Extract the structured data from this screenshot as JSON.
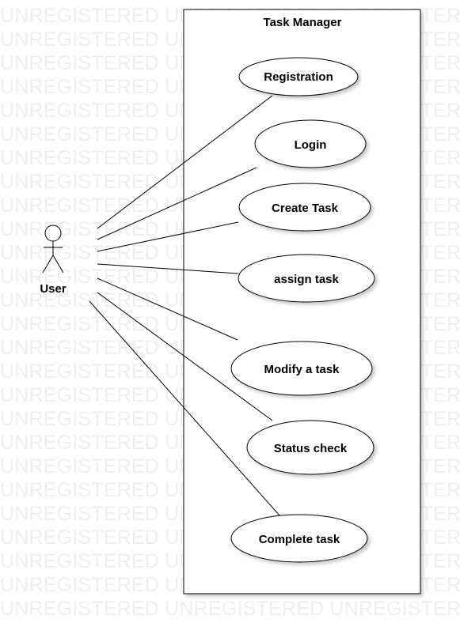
{
  "watermark_text": "UNREGISTERED UNREGISTERED UNREGISTERED",
  "system": {
    "title": "Task Manager"
  },
  "actor": {
    "label": "User"
  },
  "use_cases": [
    {
      "id": "registration",
      "label": "Registration"
    },
    {
      "id": "login",
      "label": "Login"
    },
    {
      "id": "create-task",
      "label": "Create Task"
    },
    {
      "id": "assign-task",
      "label": "assign task"
    },
    {
      "id": "modify-task",
      "label": "Modify a task"
    },
    {
      "id": "status-check",
      "label": "Status check"
    },
    {
      "id": "complete-task",
      "label": "Complete task"
    }
  ],
  "associations": [
    {
      "from": "actor",
      "to": "registration"
    },
    {
      "from": "actor",
      "to": "login"
    },
    {
      "from": "actor",
      "to": "create-task"
    },
    {
      "from": "actor",
      "to": "assign-task"
    },
    {
      "from": "actor",
      "to": "modify-task"
    },
    {
      "from": "actor",
      "to": "status-check"
    },
    {
      "from": "actor",
      "to": "complete-task"
    }
  ]
}
